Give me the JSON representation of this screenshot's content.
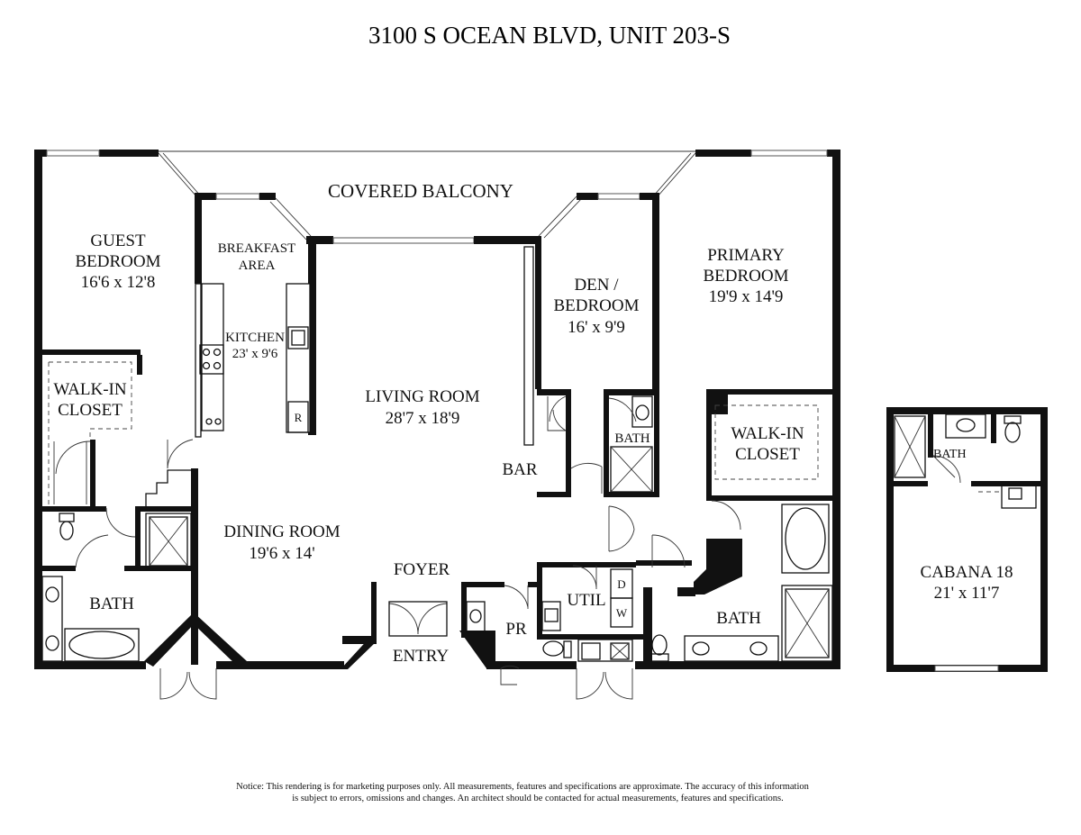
{
  "title": "3100 S OCEAN BLVD, UNIT 203-S",
  "rooms": {
    "covered_balcony": "COVERED BALCONY",
    "guest_bedroom": {
      "line1": "GUEST",
      "line2": "BEDROOM",
      "size": "16'6 x 12'8"
    },
    "breakfast_area": {
      "line1": "BREAKFAST",
      "line2": "AREA"
    },
    "kitchen": {
      "name": "KITCHEN",
      "size": "23' x 9'6"
    },
    "living_room": {
      "name": "LIVING ROOM",
      "size": "28'7 x 18'9"
    },
    "den_bedroom": {
      "line1": "DEN /",
      "line2": "BEDROOM",
      "size": "16' x 9'9"
    },
    "primary_bedroom": {
      "line1": "PRIMARY",
      "line2": "BEDROOM",
      "size": "19'9 x 14'9"
    },
    "walk_in_closet_left": {
      "line1": "WALK-IN",
      "line2": "CLOSET"
    },
    "walk_in_closet_right": {
      "line1": "WALK-IN",
      "line2": "CLOSET"
    },
    "dining_room": {
      "name": "DINING ROOM",
      "size": "19'6 x 14'"
    },
    "foyer": "FOYER",
    "entry": "ENTRY",
    "bar": "BAR",
    "util": "UTIL",
    "pr": "PR",
    "bath_left": "BATH",
    "bath_den": "BATH",
    "bath_primary": "BATH",
    "bath_cabana": "BATH",
    "cabana": {
      "name": "CABANA 18",
      "size": "21' x 11'7"
    },
    "dryer": "D",
    "washer": "W",
    "refrigerator": "R"
  },
  "notice": {
    "line1": "Notice: This rendering is for marketing purposes only. All measurements, features and specifications are approximate. The accuracy of this information",
    "line2": "is subject to errors, omissions and changes. An architect should be contacted for actual measurements, features and specifications."
  }
}
